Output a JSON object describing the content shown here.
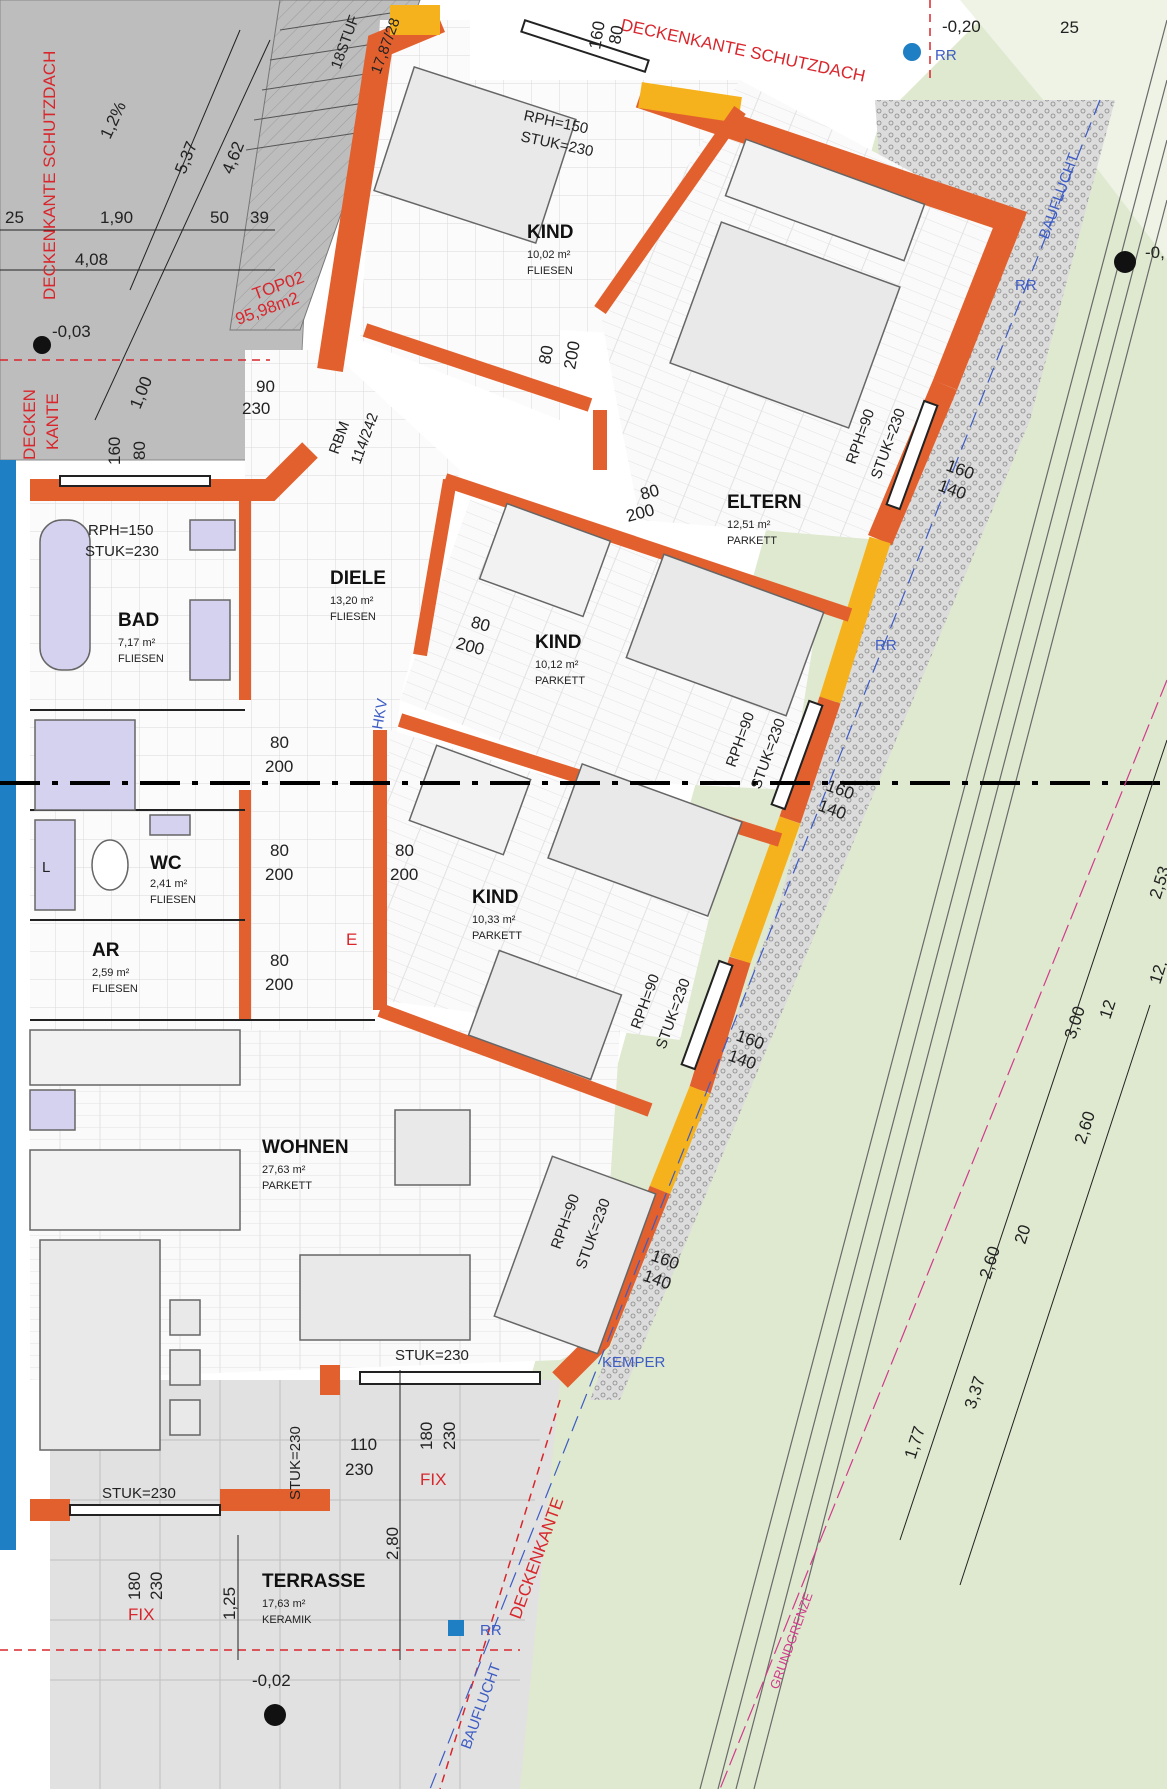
{
  "plan": {
    "top_label": "TOP02",
    "top_area": "95,98m2",
    "slope": "1,2%",
    "stair_text": "18STUF",
    "stair_text2": "17,87/28",
    "bbl_top": "-0,20",
    "bbl_right": "-0,",
    "bbl_left": "-0,03",
    "bbl_terrace": "-0,02"
  },
  "rooms": [
    {
      "id": "kind-north",
      "name": "KIND",
      "area": "10,02 m²",
      "floor": "FLIESEN"
    },
    {
      "id": "eltern",
      "name": "ELTERN",
      "area": "12,51 m²",
      "floor": "PARKETT"
    },
    {
      "id": "diele",
      "name": "DIELE",
      "area": "13,20 m²",
      "floor": "FLIESEN"
    },
    {
      "id": "bad",
      "name": "BAD",
      "area": "7,17 m²",
      "floor": "FLIESEN"
    },
    {
      "id": "kind-middle",
      "name": "KIND",
      "area": "10,12 m²",
      "floor": "PARKETT"
    },
    {
      "id": "wc",
      "name": "WC",
      "area": "2,41 m²",
      "floor": "FLIESEN"
    },
    {
      "id": "kind-south",
      "name": "KIND",
      "area": "10,33 m²",
      "floor": "PARKETT"
    },
    {
      "id": "ar",
      "name": "AR",
      "area": "2,59 m²",
      "floor": "FLIESEN"
    },
    {
      "id": "wohnen",
      "name": "WOHNEN",
      "area": "27,63 m²",
      "floor": "PARKETT"
    },
    {
      "id": "terrasse",
      "name": "TERRASSE",
      "area": "17,63 m²",
      "floor": "KERAMIK"
    }
  ],
  "annotations": {
    "rph150": "RPH=150",
    "stuk230": "STUK=230",
    "rph90": "RPH=90",
    "rbm": "RBM",
    "rbm_size": "114/242",
    "hkv": "HKV",
    "e": "E",
    "l": "L",
    "rr": "RR",
    "fix": "FIX",
    "kemper": "KEMPER",
    "deckenkante": "DECKENKANTE",
    "deckenkante_schutzdach": "DECKENKANTE SCHUTZDACH",
    "decken": "DECKEN",
    "kante": "KANTE",
    "baufluecht": "BAUFLUCHT",
    "grundgrenze": "GRUNDGRENZE"
  },
  "dims": {
    "d80": "80",
    "d200": "200",
    "d90": "90",
    "d230": "230",
    "d160": "160",
    "d140": "140",
    "d110": "110",
    "d180": "180",
    "d1_90": "1,90",
    "d4_08": "4,08",
    "d50": "50",
    "d39": "39",
    "d25": "25",
    "d5_37": "5,37",
    "d4_62": "4,62",
    "d1_00": "1,00",
    "d2_80": "2,80",
    "d1_25": "1,25",
    "d2_53": "2,53",
    "d3_00": "3,00",
    "d12": "12",
    "d2_60": "2,60",
    "d20": "20",
    "d3_37": "3,37",
    "d1_77": "1,77",
    "d12b": "12,"
  }
}
